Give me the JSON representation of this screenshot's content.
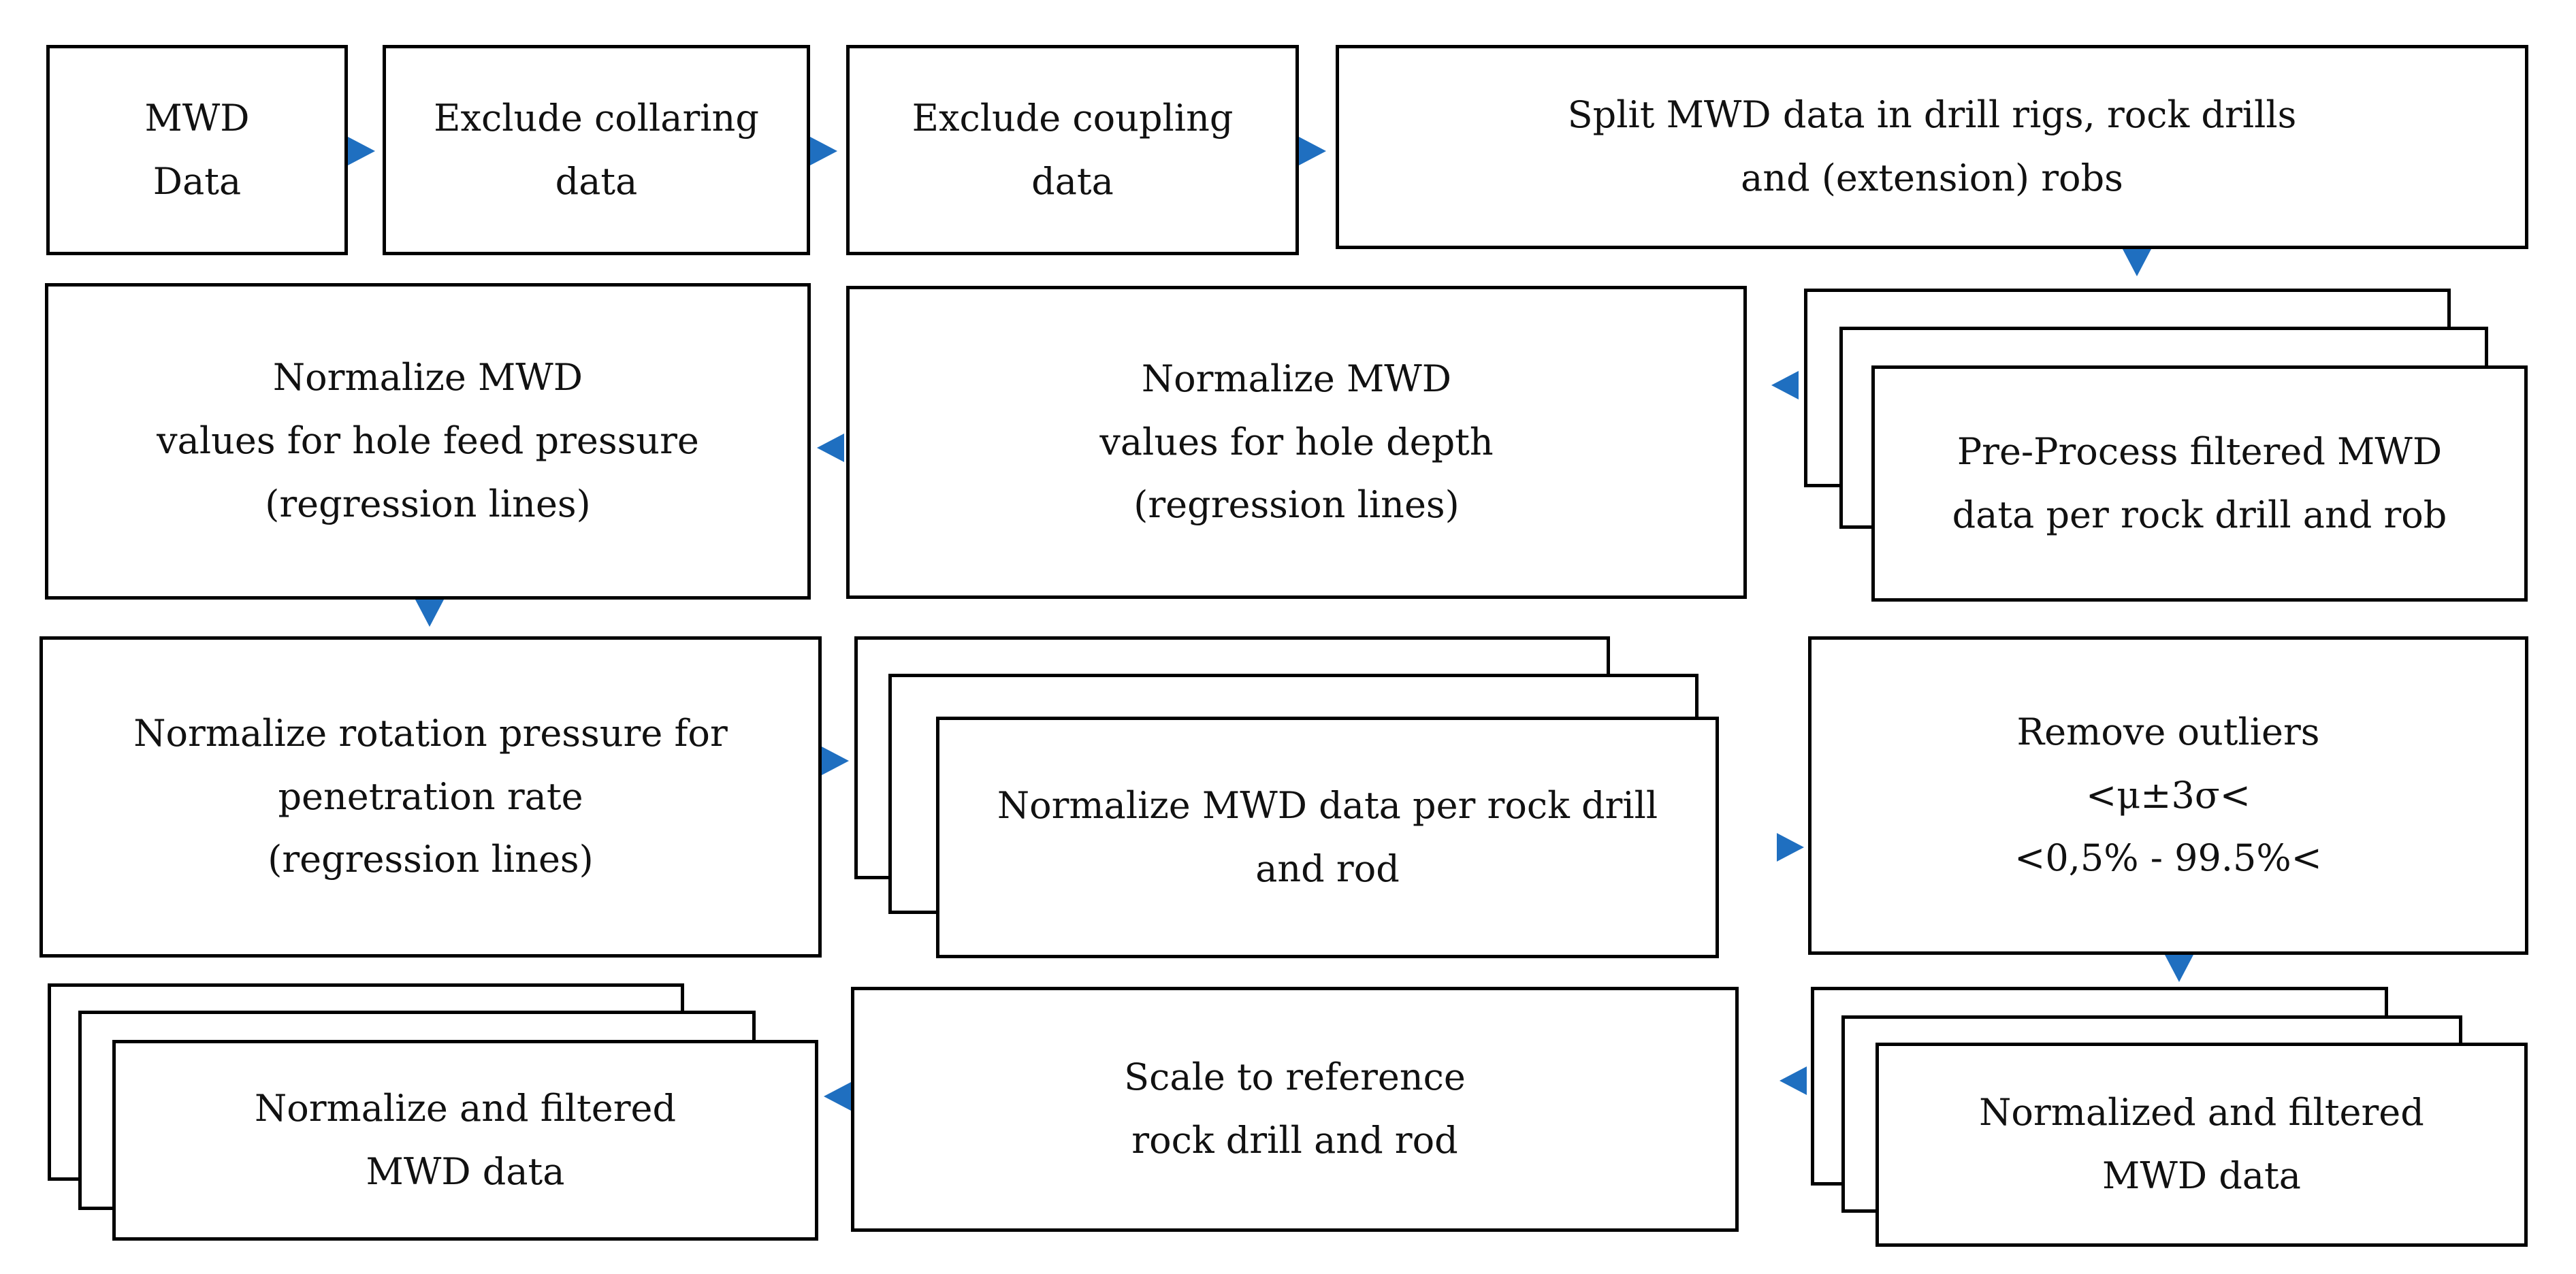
{
  "colors": {
    "arrow": "#1f6fc0",
    "box_border": "#000000",
    "background": "#ffffff"
  },
  "nodes": {
    "mwd_data": [
      "MWD",
      "Data"
    ],
    "exclude_collaring": [
      "Exclude collaring",
      "data"
    ],
    "exclude_coupling": [
      "Exclude coupling",
      "data"
    ],
    "split_data": [
      "Split MWD data in drill rigs, rock drills",
      "and (extension) robs"
    ],
    "preprocess": [
      "Pre-Process filtered MWD",
      "data per rock drill and rob"
    ],
    "normalize_depth": [
      "Normalize MWD",
      "values for hole depth",
      "(regression lines)"
    ],
    "normalize_feed": [
      "Normalize MWD",
      "values for hole feed pressure",
      "(regression lines)"
    ],
    "normalize_rotation": [
      "Normalize rotation pressure for",
      "penetration rate",
      "(regression lines)"
    ],
    "normalize_per_drill": [
      "Normalize MWD data per rock drill",
      "and rod"
    ],
    "remove_outliers": [
      "Remove outliers",
      "<μ±3σ<",
      "<0,5% - 99.5%<"
    ],
    "normalized_filtered": [
      "Normalized and filtered",
      "MWD data"
    ],
    "scale_reference": [
      "Scale to reference",
      "rock drill and rod"
    ],
    "normalize_filtered_final": [
      "Normalize and filtered",
      "MWD data"
    ]
  },
  "edges": [
    {
      "from": "mwd_data",
      "to": "exclude_collaring"
    },
    {
      "from": "exclude_collaring",
      "to": "exclude_coupling"
    },
    {
      "from": "exclude_coupling",
      "to": "split_data"
    },
    {
      "from": "split_data",
      "to": "preprocess"
    },
    {
      "from": "preprocess",
      "to": "normalize_depth"
    },
    {
      "from": "normalize_depth",
      "to": "normalize_feed"
    },
    {
      "from": "normalize_feed",
      "to": "normalize_rotation"
    },
    {
      "from": "normalize_rotation",
      "to": "normalize_per_drill"
    },
    {
      "from": "normalize_per_drill",
      "to": "remove_outliers"
    },
    {
      "from": "remove_outliers",
      "to": "normalized_filtered"
    },
    {
      "from": "normalized_filtered",
      "to": "scale_reference"
    },
    {
      "from": "scale_reference",
      "to": "normalize_filtered_final"
    }
  ]
}
